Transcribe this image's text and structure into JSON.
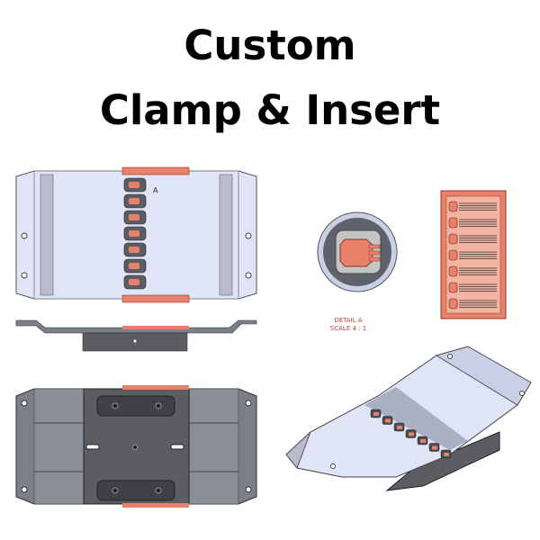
{
  "title": {
    "line1": "Custom",
    "line2": "Clamp & Insert"
  },
  "drawing": {
    "detail_marker": "A",
    "detail_label": "DETAIL A",
    "detail_scale": "SCALE 4 : 1"
  },
  "colors": {
    "plate": "#dfe4f6",
    "edge": "#6b6f7a",
    "insert": "#e8806a",
    "dark": "#5b5d63"
  }
}
